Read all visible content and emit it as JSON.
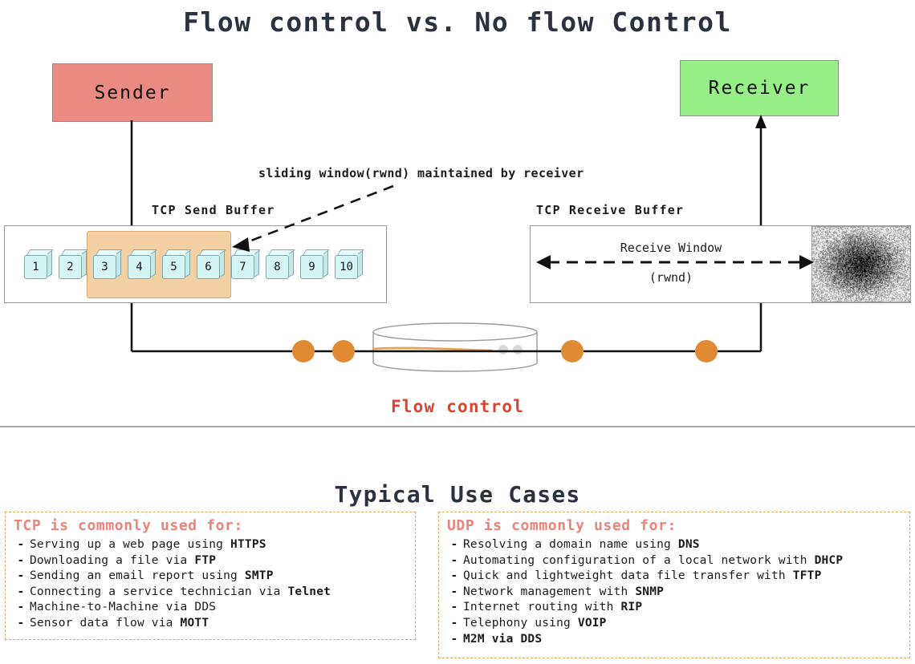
{
  "page": {
    "title": "Flow control vs. No flow Control",
    "section_title": "Typical Use Cases",
    "background": "#ffffff"
  },
  "diagram": {
    "sender_label": "Sender",
    "receiver_label": "Receiver",
    "sender_color": "#ea8a80",
    "receiver_color": "#96f087",
    "send_buffer_label": "TCP Send Buffer",
    "receive_buffer_label": "TCP Receive Buffer",
    "annotation": "sliding window(rwnd) maintained by receiver",
    "receive_window_label": "Receive Window",
    "receive_window_sub": "(rwnd)",
    "flow_control_caption": "Flow control",
    "flow_control_color": "#d94430",
    "segments": [
      "1",
      "2",
      "3",
      "4",
      "5",
      "6",
      "7",
      "8",
      "9",
      "10"
    ],
    "sliding_window_segments": [
      "3",
      "4",
      "5",
      "6"
    ],
    "sliding_window_color": "#f3cfa4",
    "segment_color": "#d4f5f4",
    "node_color": "#e08a33",
    "node_count": 4
  },
  "usecases": {
    "tcp": {
      "heading": "TCP is commonly used for:",
      "heading_color": "#ed8278",
      "bullet": "-",
      "items": [
        {
          "text": "Serving up a web page using ",
          "protocol": "HTTPS",
          "bold_protocol": true
        },
        {
          "text": "Downloading a file via ",
          "protocol": "FTP",
          "bold_protocol": true
        },
        {
          "text": "Sending an email report using ",
          "protocol": "SMTP",
          "bold_protocol": true
        },
        {
          "text": "Connecting a service technician via ",
          "protocol": "Telnet",
          "bold_protocol": true
        },
        {
          "text": "Machine-to-Machine via ",
          "protocol": "DDS",
          "bold_protocol": false
        },
        {
          "text": "Sensor data flow via ",
          "protocol": "MOTT",
          "bold_protocol": true
        }
      ]
    },
    "udp": {
      "heading": "UDP is commonly used for:",
      "heading_color": "#ed8278",
      "bullet": "-",
      "items": [
        {
          "text": "Resolving a domain name using ",
          "protocol": "DNS",
          "bold_protocol": true
        },
        {
          "text": "Automating configuration of a local network with ",
          "protocol": "DHCP",
          "bold_protocol": true
        },
        {
          "text": "Quick and lightweight data file transfer with ",
          "protocol": "TFTP",
          "bold_protocol": true
        },
        {
          "text": "Network management with ",
          "protocol": "SNMP",
          "bold_protocol": true
        },
        {
          "text": "Internet routing with ",
          "protocol": "RIP",
          "bold_protocol": true
        },
        {
          "text": "Telephony using ",
          "protocol": "VOIP",
          "bold_protocol": true
        },
        {
          "text": "M2M via ",
          "protocol": "DDS",
          "bold_protocol": true,
          "bold_text": true
        }
      ]
    }
  }
}
